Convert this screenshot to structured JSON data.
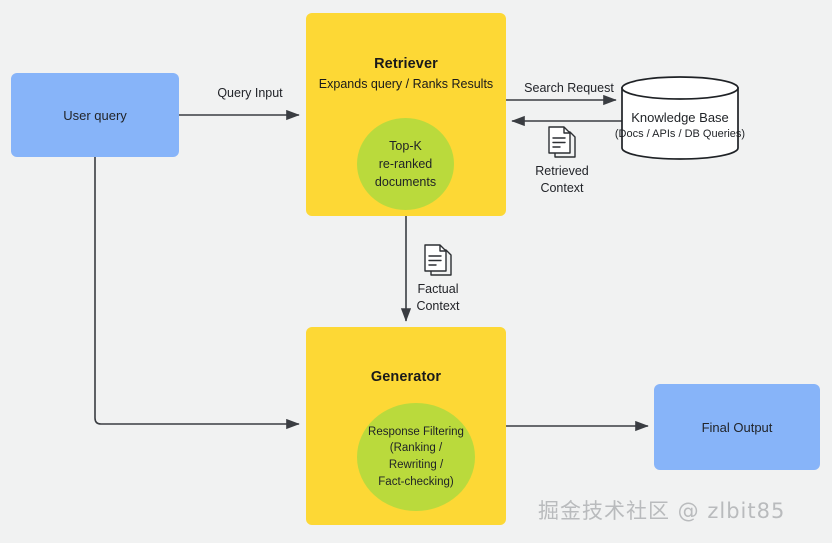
{
  "diagram": {
    "background_color": "#f1f2f2",
    "nodes": {
      "user_query": {
        "label": "User query",
        "color": "#87b4f9"
      },
      "retriever": {
        "title": "Retriever",
        "subtitle": "Expands query / Ranks Results",
        "color": "#fdd835",
        "bubble": {
          "color": "#bada3c",
          "lines": [
            "Top-K",
            "re-ranked",
            "documents"
          ]
        }
      },
      "generator": {
        "title": "Generator",
        "color": "#fdd835",
        "bubble": {
          "color": "#bada3c",
          "lines": [
            "Response Filtering",
            "(Ranking /",
            "Rewriting /",
            "Fact-checking)"
          ]
        }
      },
      "knowledge_base": {
        "title": "Knowledge Base",
        "subtitle": "(Docs / APIs / DB Queries)",
        "color": "#ffffff"
      },
      "final_output": {
        "label": "Final Output",
        "color": "#87b4f9"
      }
    },
    "edges": {
      "query_input": "Query Input",
      "search_request": "Search Request",
      "retrieved_context_line1": "Retrieved",
      "retrieved_context_line2": "Context",
      "factual_context_line1": "Factual",
      "factual_context_line2": "Context"
    },
    "icons": {
      "retrieved_context": "document-icon",
      "factual_context": "document-icon"
    },
    "watermark": "掘金技术社区 @ zlbit85"
  }
}
